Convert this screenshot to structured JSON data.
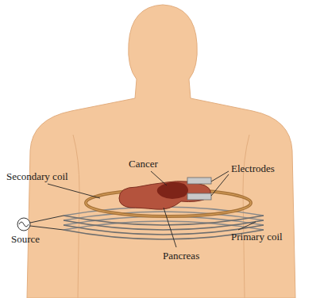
{
  "diagram": {
    "labels": [
      "Secondary coil",
      "Cancer",
      "Electrodes",
      "Source",
      "Pancreas",
      "Primary coil"
    ]
  }
}
